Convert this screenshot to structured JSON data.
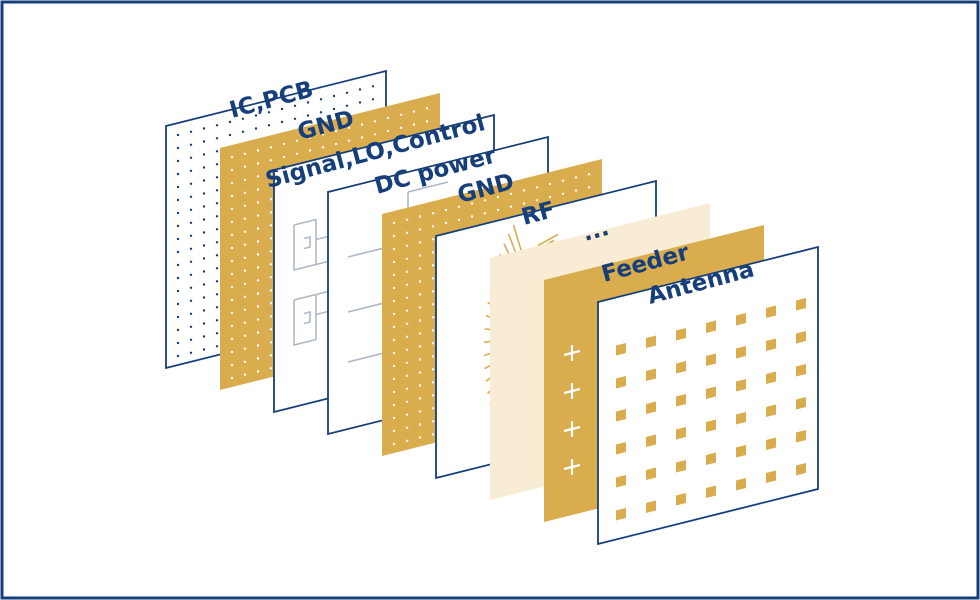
{
  "colors": {
    "navy": "#153e7a",
    "gold": "#d9ac4e",
    "cream": "#f9ecd5",
    "white": "#ffffff",
    "circuit": "#aeb8c8"
  },
  "layers": [
    {
      "id": "ic-pcb",
      "label": "IC,PCB",
      "style": "white-dots"
    },
    {
      "id": "gnd-1",
      "label": "GND",
      "style": "gold-dots"
    },
    {
      "id": "signal",
      "label": "Signal,LO,Control",
      "style": "white-circuit"
    },
    {
      "id": "dc-power",
      "label": "DC power",
      "style": "white-lines"
    },
    {
      "id": "gnd-2",
      "label": "GND",
      "style": "gold-dots"
    },
    {
      "id": "rf",
      "label": "RF",
      "style": "white-rays"
    },
    {
      "id": "more",
      "label": "...",
      "style": "cream"
    },
    {
      "id": "feeder",
      "label": "Feeder",
      "style": "gold-plus"
    },
    {
      "id": "antenna",
      "label": "Antenna",
      "style": "white-squares"
    }
  ]
}
